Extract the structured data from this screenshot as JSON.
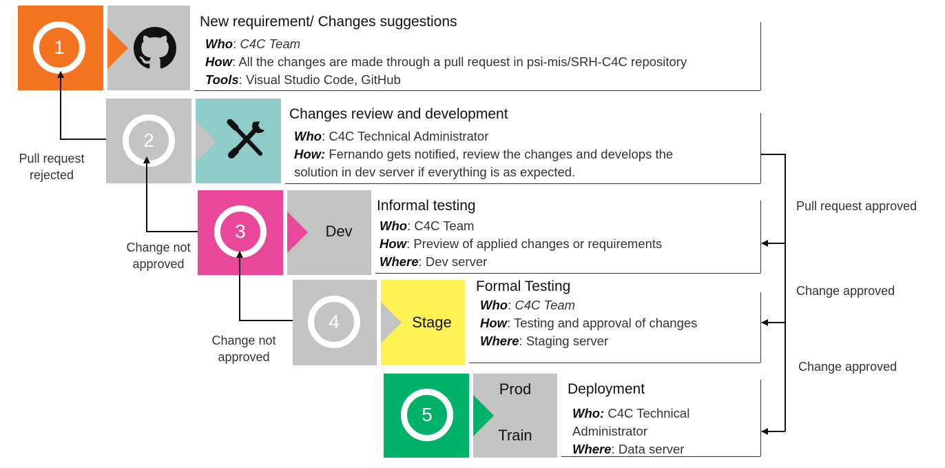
{
  "colors": {
    "orange": "#f37321",
    "gray": "#c3c3c3",
    "teal": "#8ecbc9",
    "magenta": "#e8479a",
    "yellow": "#fdf156",
    "green": "#00b16a",
    "line": "#111111"
  },
  "steps": [
    {
      "number": "1",
      "icon": "github-icon",
      "title": "New requirement/ Changes suggestions",
      "lines": [
        {
          "key": "Who",
          "sep": ": ",
          "value": "C4C Team"
        },
        {
          "key": "How",
          "sep": ": ",
          "value": "All the changes are made through a pull request in psi-mis/SRH-C4C repository"
        },
        {
          "key": "Tools",
          "sep": ": ",
          "value": "Visual Studio Code, GitHub"
        }
      ]
    },
    {
      "number": "2",
      "icon": "tools-icon",
      "title": "Changes review and development",
      "lines": [
        {
          "key": "Who",
          "sep": ": ",
          "value": "C4C Technical Administrator"
        },
        {
          "key": "How:",
          "sep": " ",
          "value": "Fernando gets notified, review the changes and develops the"
        },
        {
          "key": "",
          "sep": "",
          "value": "solution in dev server if everything is as expected."
        }
      ]
    },
    {
      "number": "3",
      "env": "Dev",
      "title": "Informal testing",
      "lines": [
        {
          "key": "Who",
          "sep": ": ",
          "value": "C4C Team"
        },
        {
          "key": "How",
          "sep": ": ",
          "value": "Preview of applied changes or requirements"
        },
        {
          "key": "Where",
          "sep": ": ",
          "value": "Dev server"
        }
      ]
    },
    {
      "number": "4",
      "env": "Stage",
      "title": "Formal Testing",
      "lines": [
        {
          "key": "Who",
          "sep": ": ",
          "value": "C4C Team"
        },
        {
          "key": "How",
          "sep": ": ",
          "value": "Testing and approval of changes"
        },
        {
          "key": "Where",
          "sep": ": ",
          "value": "Staging server"
        }
      ]
    },
    {
      "number": "5",
      "env_top": "Prod",
      "env_bottom": "Train",
      "title": "Deployment",
      "lines": [
        {
          "key": "Who:",
          "sep": " ",
          "value": "C4C Technical"
        },
        {
          "key": "",
          "sep": "",
          "value": "Administrator"
        },
        {
          "key": "Where",
          "sep": ": ",
          "value": "Data server"
        }
      ]
    }
  ],
  "feedback": {
    "rejected_line1": "Pull request",
    "rejected_line2": "rejected",
    "not_approved_3_line1": "Change not",
    "not_approved_3_line2": "approved",
    "not_approved_4_line1": "Change not",
    "not_approved_4_line2": "approved"
  },
  "approvals": {
    "pull_request_approved": "Pull request approved",
    "change_approved_1": "Change approved",
    "change_approved_2": "Change approved"
  }
}
